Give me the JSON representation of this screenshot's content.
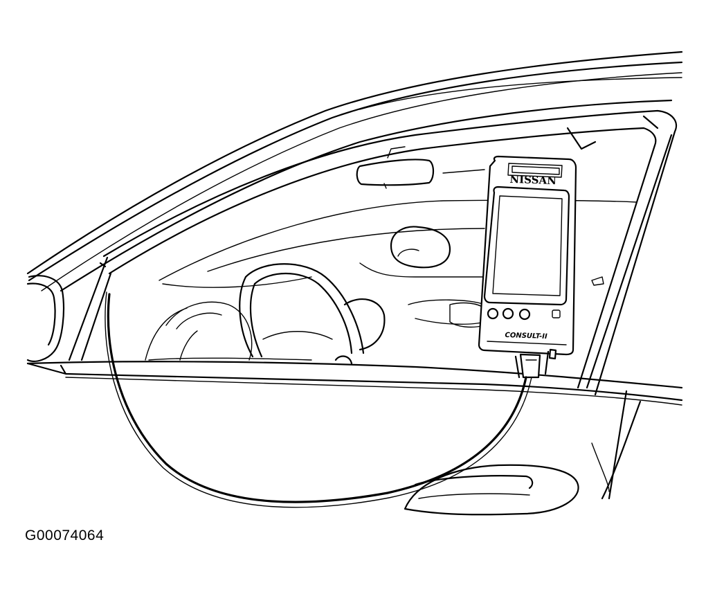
{
  "figure": {
    "id": "G00074064"
  },
  "device": {
    "brand": "NISSAN",
    "model": "CONSULT-II"
  }
}
